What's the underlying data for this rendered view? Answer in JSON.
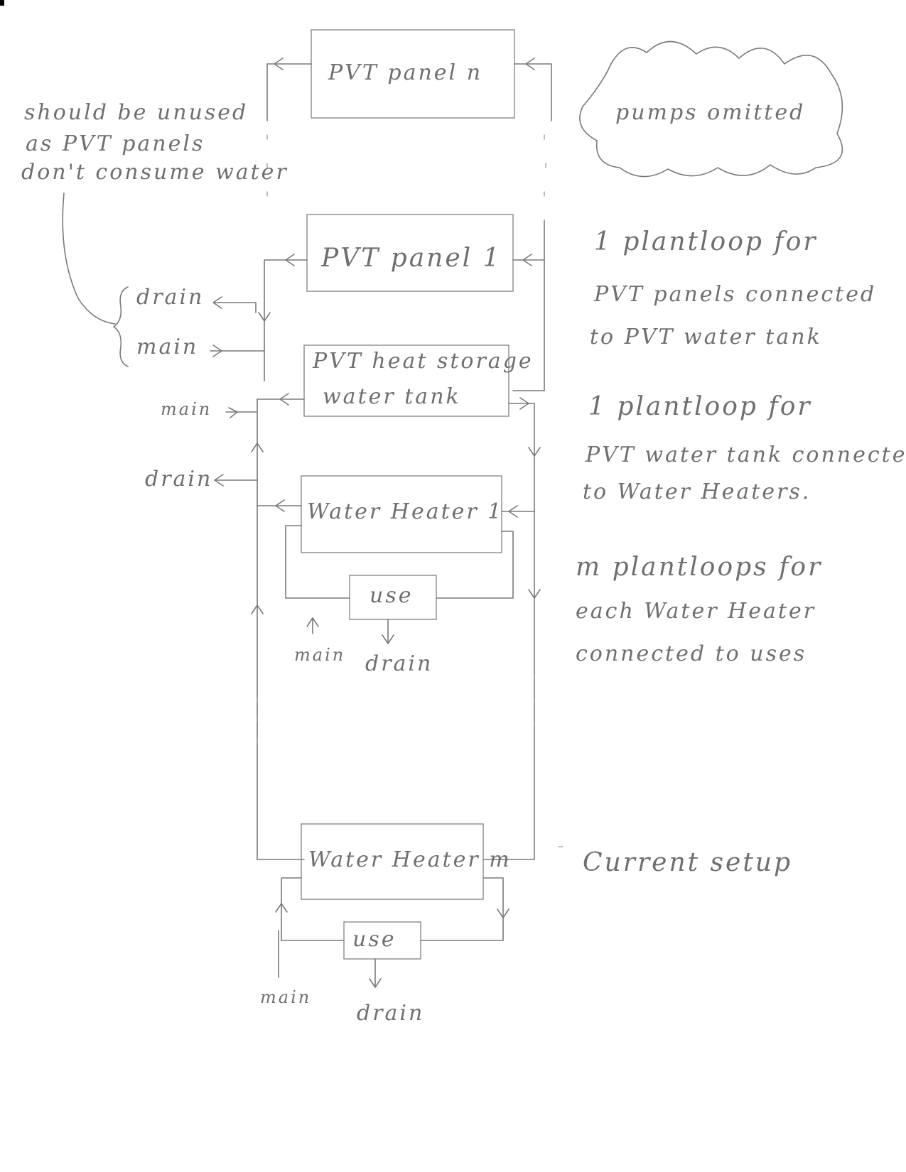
{
  "diagram": {
    "boxes": {
      "pvt_panel_n": "PVT panel n",
      "pvt_panel_1": "PVT panel 1",
      "storage_tank_line1": "PVT heat storage",
      "storage_tank_line2": "water tank",
      "water_heater_1": "Water Heater 1",
      "water_heater_m": "Water Heater m",
      "use_1": "use",
      "use_m": "use"
    },
    "labels": {
      "drain_upper": "drain",
      "main_upper": "main",
      "main_tank": "main",
      "drain_tank": "drain",
      "main_wh1": "main",
      "drain_wh1": "drain",
      "main_whm": "main",
      "drain_whm": "drain"
    },
    "notes": {
      "unused_line1": "should be unused",
      "unused_line2": "as PVT panels",
      "unused_line3": "don't consume water",
      "pumps": "pumps omitted",
      "loop1_line1": "1 plantloop for",
      "loop1_line2": "PVT panels connected",
      "loop1_line3": "to PVT water tank",
      "loop2_line1": "1 plantloop for",
      "loop2_line2": "PVT water tank connected",
      "loop2_line3": "to Water Heaters.",
      "loopm_line1": "m plantloops for",
      "loopm_line2": "each Water Heater",
      "loopm_line3": "connected to uses",
      "current": "Current setup"
    }
  }
}
